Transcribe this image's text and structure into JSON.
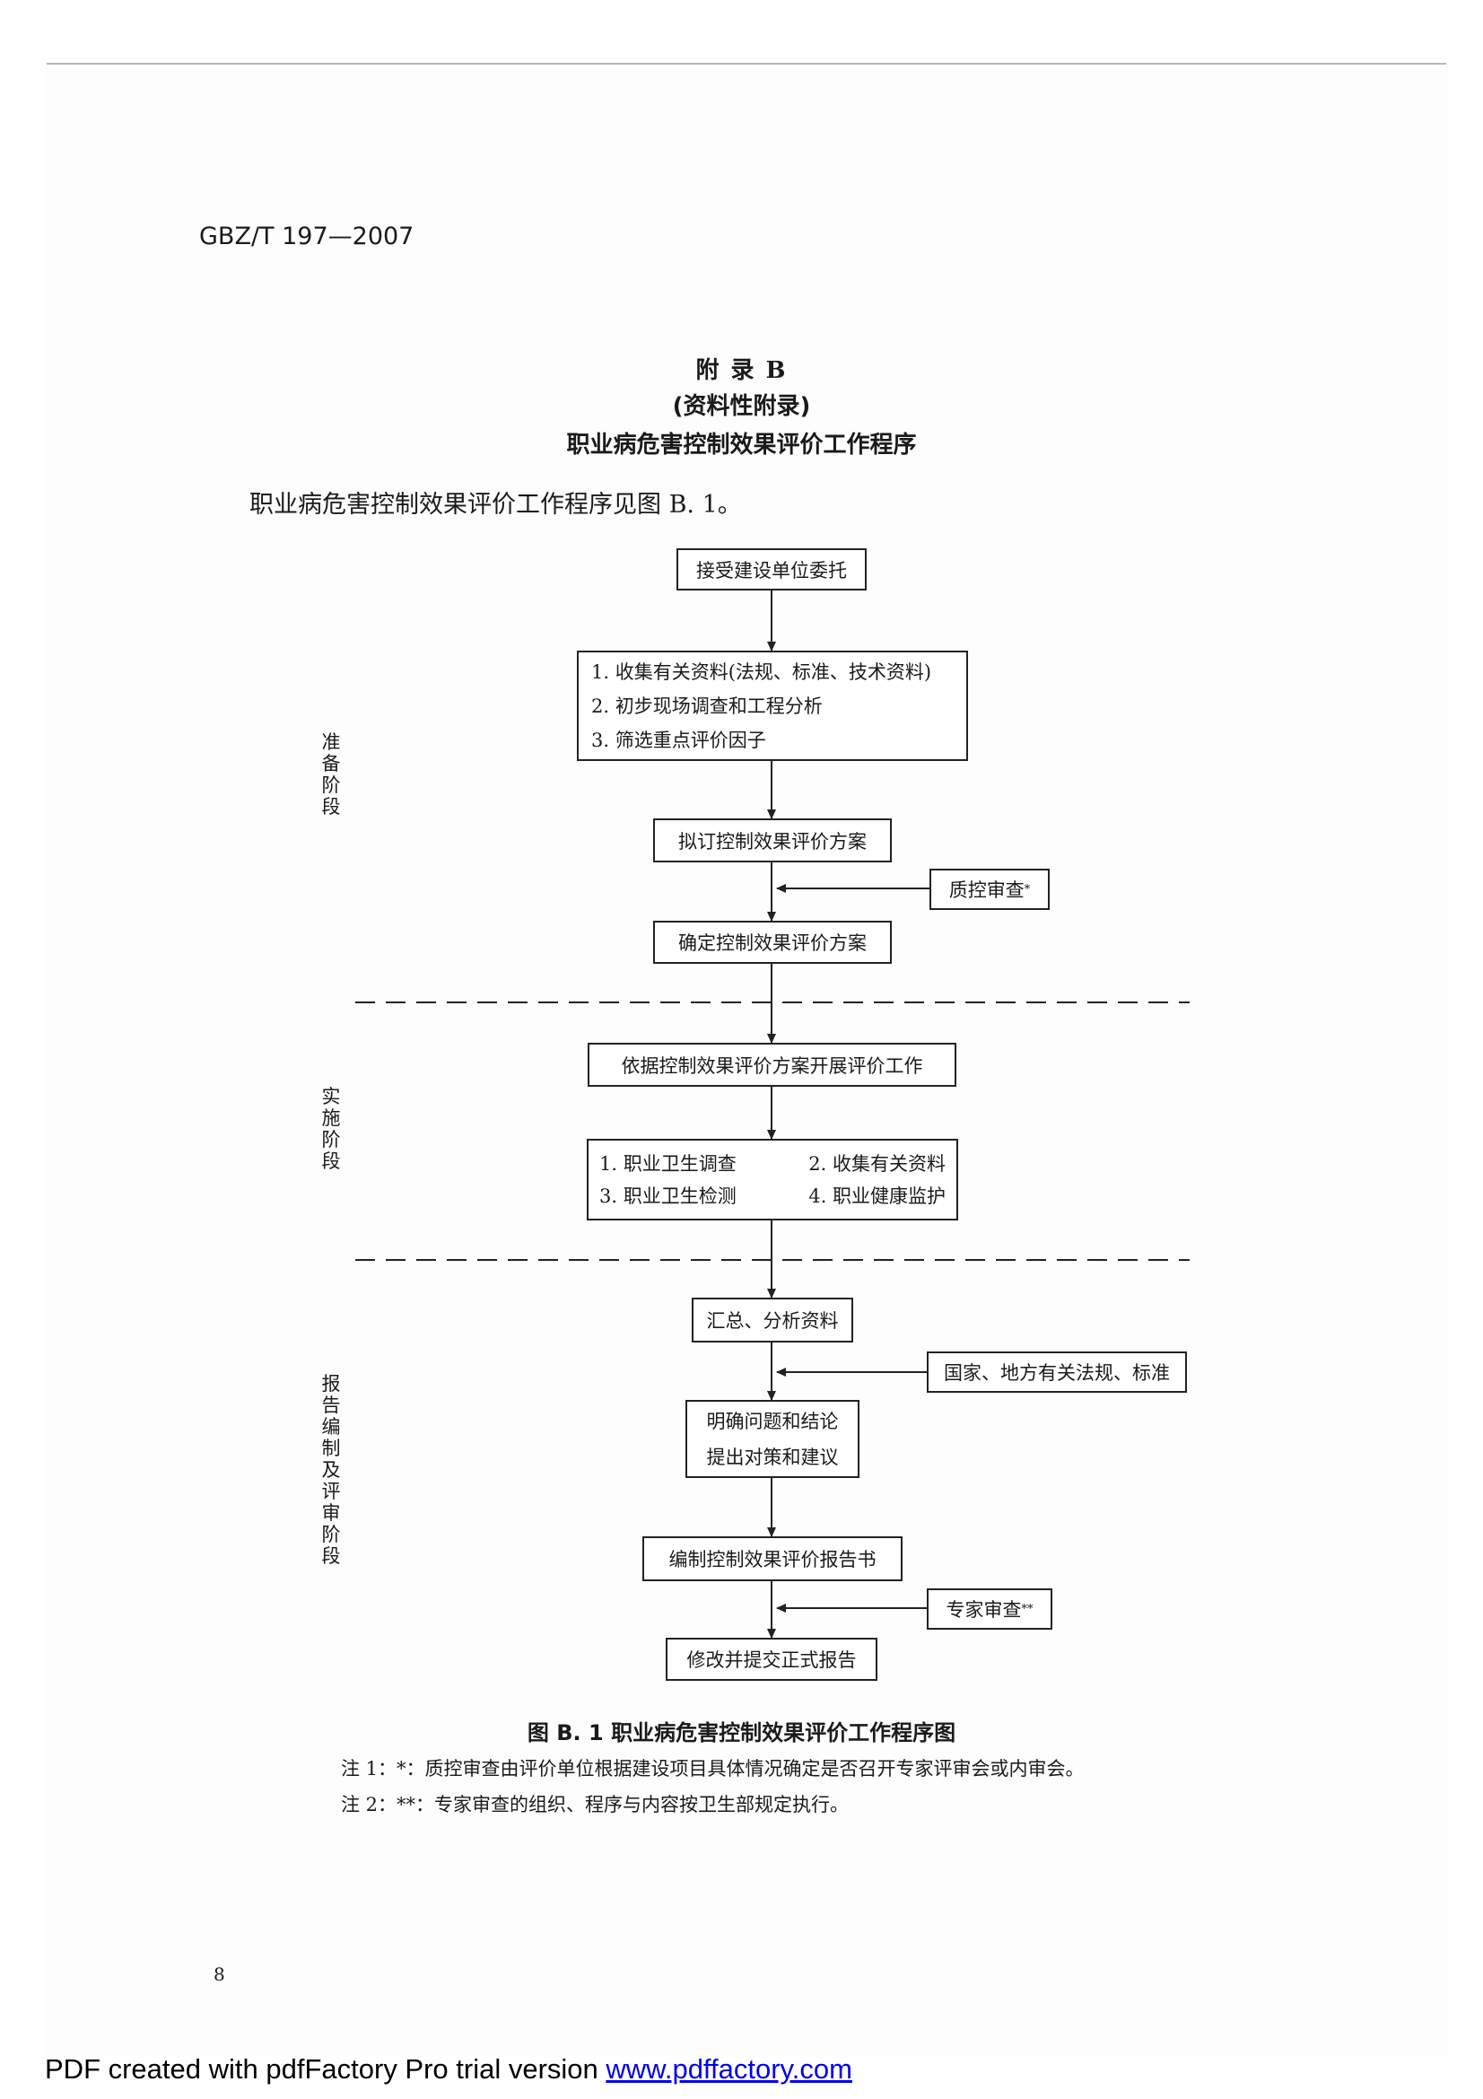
{
  "header": {
    "standard_code": "GBZ/T 197—2007"
  },
  "titles": {
    "appendix": "附 录 B",
    "type": "(资料性附录)",
    "name": "职业病危害控制效果评价工作程序"
  },
  "intro": "职业病危害控制效果评价工作程序见图 B. 1。",
  "stages": {
    "prep": "准备阶段",
    "impl": "实施阶段",
    "report": "报告编制及评审阶段"
  },
  "flow": {
    "accept": "接受建设单位委托",
    "collect": [
      "1. 收集有关资料(法规、标准、技术资料)",
      "2. 初步现场调查和工程分析",
      "3. 筛选重点评价因子"
    ],
    "draft": "拟订控制效果评价方案",
    "qc": "质控审查",
    "qc_mark": "*",
    "confirm": "确定控制效果评价方案",
    "execute": "依据控制效果评价方案开展评价工作",
    "work": [
      "1. 职业卫生调查",
      "2. 收集有关资料",
      "3. 职业卫生检测",
      "4. 职业健康监护"
    ],
    "summary": "汇总、分析资料",
    "laws": "国家、地方有关法规、标准",
    "conclude": [
      "明确问题和结论",
      "提出对策和建议"
    ],
    "write": "编制控制效果评价报告书",
    "expert": "专家审查",
    "expert_mark": "**",
    "finalize": "修改并提交正式报告"
  },
  "figure": {
    "caption": "图 B. 1 职业病危害控制效果评价工作程序图",
    "note1": "注 1：*：质控审查由评价单位根据建设项目具体情况确定是否召开专家评审会或内审会。",
    "note2": "注 2：**：专家审查的组织、程序与内容按卫生部规定执行。"
  },
  "page_number": "8",
  "footer": {
    "text": "PDF created with pdfFactory Pro trial version ",
    "link": "www.pdffactory.com"
  }
}
